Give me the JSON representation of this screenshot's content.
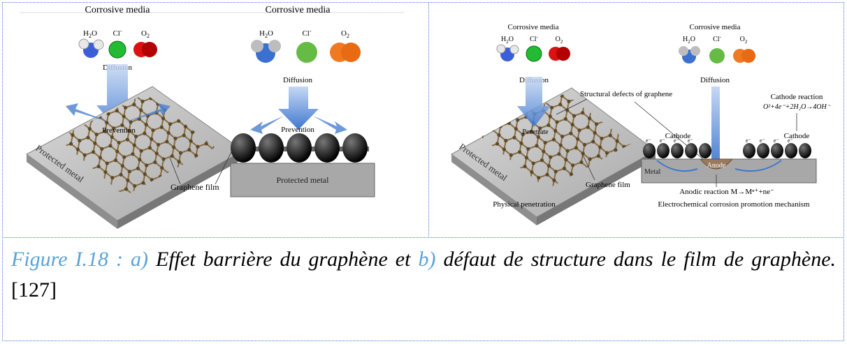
{
  "panel_a": {
    "media_left": "Corrosive media",
    "media_right": "Corrosive media",
    "h2o": "H",
    "h2o_sub": "2",
    "h2o_o": "O",
    "cl": "Cl",
    "cl_sup": "-",
    "o2": "O",
    "o2_sub": "2",
    "diffusion_left": "Diffusion",
    "diffusion_right": "Diffusion",
    "prevention_left": "Prevention",
    "prevention_right": "Prevention",
    "protected_metal_slab": "Protected metal",
    "protected_metal_block": "Protected metal",
    "graphene_film": "Graphene film"
  },
  "panel_b": {
    "media_left": "Corrosive media",
    "media_right": "Corrosive media",
    "diffusion_left": "Diffusion",
    "diffusion_right": "Diffusion",
    "structural_defects": "Structural defects of graphene",
    "penetrate": "Penetrate",
    "cathode_reaction_title": "Cathode reaction",
    "cathode_reaction_eq": "O²+4e⁻+2H₂O→4OH⁻",
    "cathode_left": "Cathode",
    "cathode_right": "Cathode",
    "electron": "e⁻",
    "anode": "Anode",
    "metal": "Metal",
    "anodic_reaction": "Anodic reaction  M→Mⁿ⁺+ne⁻",
    "protected_metal_slab": "Protected metal",
    "graphene_film": "Graphene film",
    "physical_penetration": "Physical penetration",
    "electrochemical": "Electrochemical corrosion promotion mechanism"
  },
  "caption": {
    "figure_label": "Figure I.18",
    "colon": " : ",
    "a_label": "a)",
    "a_text": " Effet barrière du graphène et ",
    "b_label": "b)",
    "b_text": " défaut de structure dans le film de graphène.",
    "reference": "[127]"
  },
  "colors": {
    "border": "#4a78c9",
    "caption_label": "#5aa2d6",
    "arrow_blue": "#4a7fd0",
    "cl_green": "#22bb33",
    "o2_red": "#dd1111",
    "o2_orange": "#f07a22",
    "anode": "#9a7a5c"
  }
}
